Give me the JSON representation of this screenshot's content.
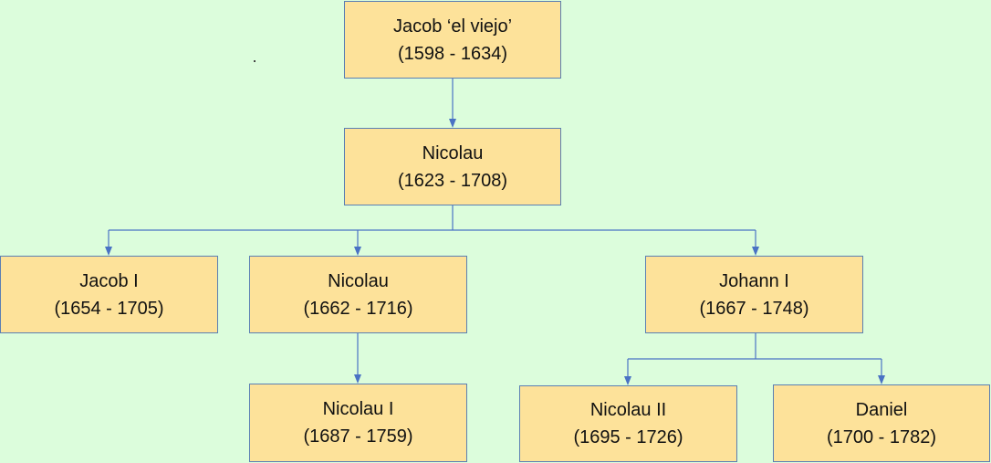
{
  "colors": {
    "background": "#dcfddc",
    "node_fill": "#fde29a",
    "node_border": "#5b7fb3",
    "connector": "#4a72c4"
  },
  "nodes": [
    {
      "id": "jacob-el-viejo",
      "name": "Jacob ‘el viejo’",
      "years": "(1598 - 1634)"
    },
    {
      "id": "nicolau",
      "name": "Nicolau",
      "years": "(1623 - 1708)"
    },
    {
      "id": "jacob-i",
      "name": "Jacob I",
      "years": "(1654 - 1705)"
    },
    {
      "id": "nicolau-2",
      "name": "Nicolau",
      "years": "(1662 - 1716)"
    },
    {
      "id": "johann-i",
      "name": "Johann I",
      "years": "(1667 - 1748)"
    },
    {
      "id": "nicolau-i",
      "name": "Nicolau I",
      "years": "(1687 - 1759)"
    },
    {
      "id": "nicolau-ii",
      "name": "Nicolau II",
      "years": "(1695 - 1726)"
    },
    {
      "id": "daniel",
      "name": "Daniel",
      "years": "(1700 - 1782)"
    }
  ],
  "edges": [
    {
      "from": "jacob-el-viejo",
      "to": [
        "nicolau"
      ]
    },
    {
      "from": "nicolau",
      "to": [
        "jacob-i",
        "nicolau-2",
        "johann-i"
      ]
    },
    {
      "from": "nicolau-2",
      "to": [
        "nicolau-i"
      ]
    },
    {
      "from": "johann-i",
      "to": [
        "nicolau-ii",
        "daniel"
      ]
    }
  ]
}
